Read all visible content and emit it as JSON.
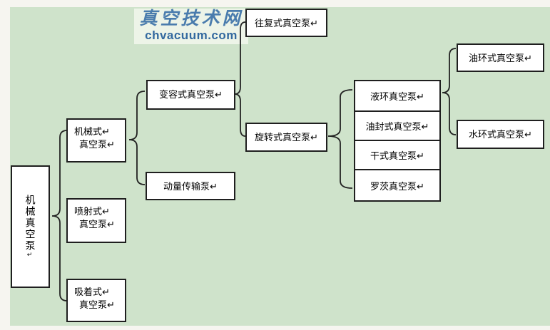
{
  "watermark": {
    "site_name": "真空技术网",
    "site_url": "chvacuum.com"
  },
  "colors": {
    "canvas_background": "#cfe3cb",
    "watermark_blue": "#4a7cad",
    "watermark_url_blue": "#33699f",
    "box_fill": "#ffffff",
    "box_border": "#1f1f1f"
  },
  "nodes": {
    "root": {
      "label": "机械真空泵",
      "eol": "↵"
    },
    "mechanical": {
      "lines": [
        "机械式↵",
        "真空泵↵"
      ]
    },
    "jet": {
      "lines": [
        "喷射式↵",
        "真空泵↵"
      ]
    },
    "sorption": {
      "lines": [
        "吸着式↵",
        "真空泵↵"
      ]
    },
    "variable_volume": {
      "label": "变容式真空泵↵"
    },
    "momentum": {
      "label": "动量传输泵↵"
    },
    "reciprocating": {
      "label": "往复式真空泵↵"
    },
    "rotary": {
      "label": "旋转式真空泵↵"
    },
    "liquid_ring": {
      "label": "液环真空泵↵"
    },
    "oil_sealed": {
      "label": "油封式真空泵↵"
    },
    "dry": {
      "label": "干式真空泵↵"
    },
    "roots": {
      "label": "罗茨真空泵↵"
    },
    "oil_ring": {
      "label": "油环式真空泵↵"
    },
    "water_ring": {
      "label": "水环式真空泵↵"
    }
  },
  "hierarchy_edges": [
    {
      "parent": "机械真空泵",
      "children": [
        "机械式真空泵",
        "喷射式真空泵",
        "吸着式真空泵"
      ]
    },
    {
      "parent": "机械式真空泵",
      "children": [
        "变容式真空泵",
        "动量传输泵"
      ]
    },
    {
      "parent": "变容式真空泵",
      "children": [
        "往复式真空泵",
        "旋转式真空泵"
      ]
    },
    {
      "parent": "旋转式真空泵",
      "children": [
        "液环真空泵",
        "油封式真空泵",
        "干式真空泵",
        "罗茨真空泵"
      ]
    },
    {
      "parent": "液环真空泵",
      "children": [
        "油环式真空泵",
        "水环式真空泵"
      ]
    }
  ]
}
